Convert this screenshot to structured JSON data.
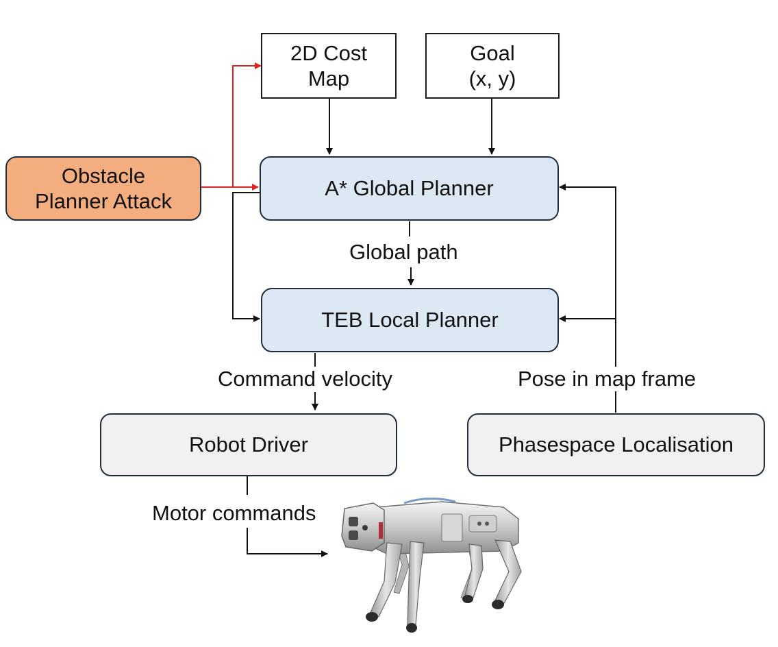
{
  "nodes": {
    "cost_map": "2D Cost\nMap",
    "goal": "Goal\n(x, y)",
    "attack": "Obstacle\nPlanner Attack",
    "global_planner": "A* Global Planner",
    "local_planner": "TEB Local Planner",
    "robot_driver": "Robot Driver",
    "localisation": "Phasespace Localisation"
  },
  "edges": {
    "global_path": "Global path",
    "command_velocity": "Command velocity",
    "pose": "Pose in map frame",
    "motor_commands": "Motor commands"
  },
  "colors": {
    "attack_fill": "#f3ad7f",
    "planner_fill": "#dde8f5",
    "driver_fill": "#f1f1f1",
    "attack_arrow": "#e02020",
    "arrow": "#111111"
  },
  "robot": {
    "icon": "quadruped-robot-icon"
  }
}
